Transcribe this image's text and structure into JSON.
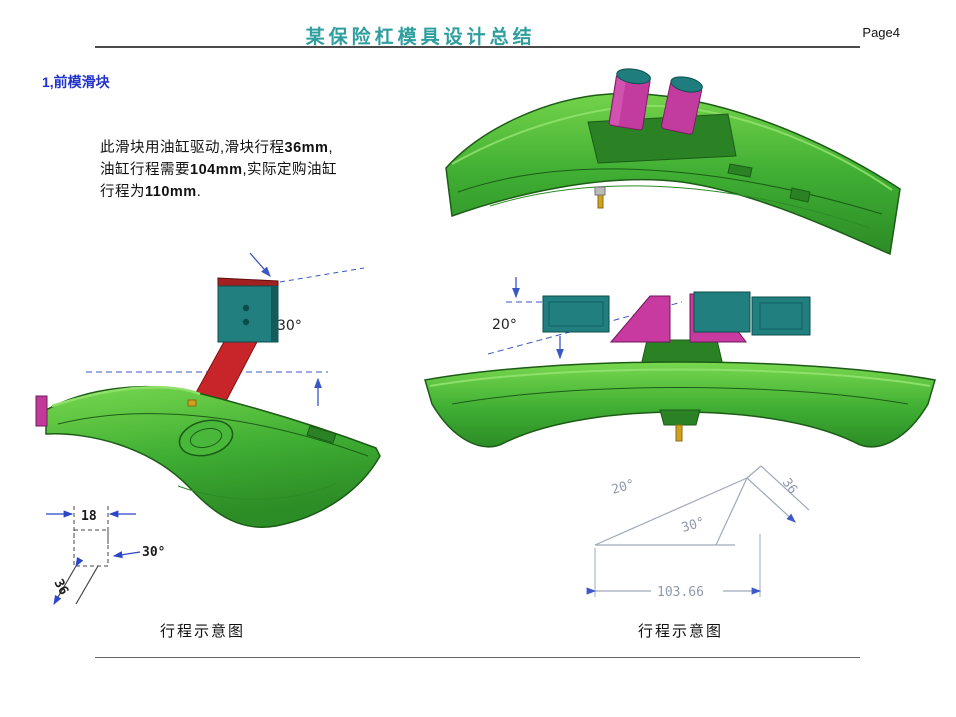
{
  "header": {
    "title": "某保险杠模具设计总结",
    "page": "Page4"
  },
  "section": {
    "heading": "1,前模滑块",
    "body": [
      [
        {
          "t": "此滑块用油缸驱动,滑块行程"
        },
        {
          "t": "36mm",
          "b": true
        },
        {
          "t": ","
        }
      ],
      [
        {
          "t": "油缸行程需要"
        },
        {
          "t": "104mm",
          "b": true
        },
        {
          "t": ",实际定购油缸"
        }
      ],
      [
        {
          "t": "行程为"
        },
        {
          "t": "110mm",
          "b": true
        },
        {
          "t": "."
        }
      ]
    ]
  },
  "side_view": {
    "angle_label": "30°"
  },
  "front_view": {
    "angle_label": "20°"
  },
  "sketch_left": {
    "width_dim": "18",
    "angle_dim": "30°",
    "stroke_dim": "36",
    "caption": "行程示意图"
  },
  "sketch_right": {
    "angle_dim_small": "20°",
    "angle_dim_large": "30°",
    "stroke_dim": "36",
    "length_dim": "103.66",
    "caption": "行程示意图"
  },
  "colors": {
    "title_teal": "#2f9e9e",
    "heading_blue": "#2233cc",
    "bumper_green": "#3fae33",
    "slider_magenta": "#c23b9f",
    "slider_teal": "#217f7f",
    "slider_red": "#c8252a",
    "dimension_blue": "#3a57c4"
  }
}
